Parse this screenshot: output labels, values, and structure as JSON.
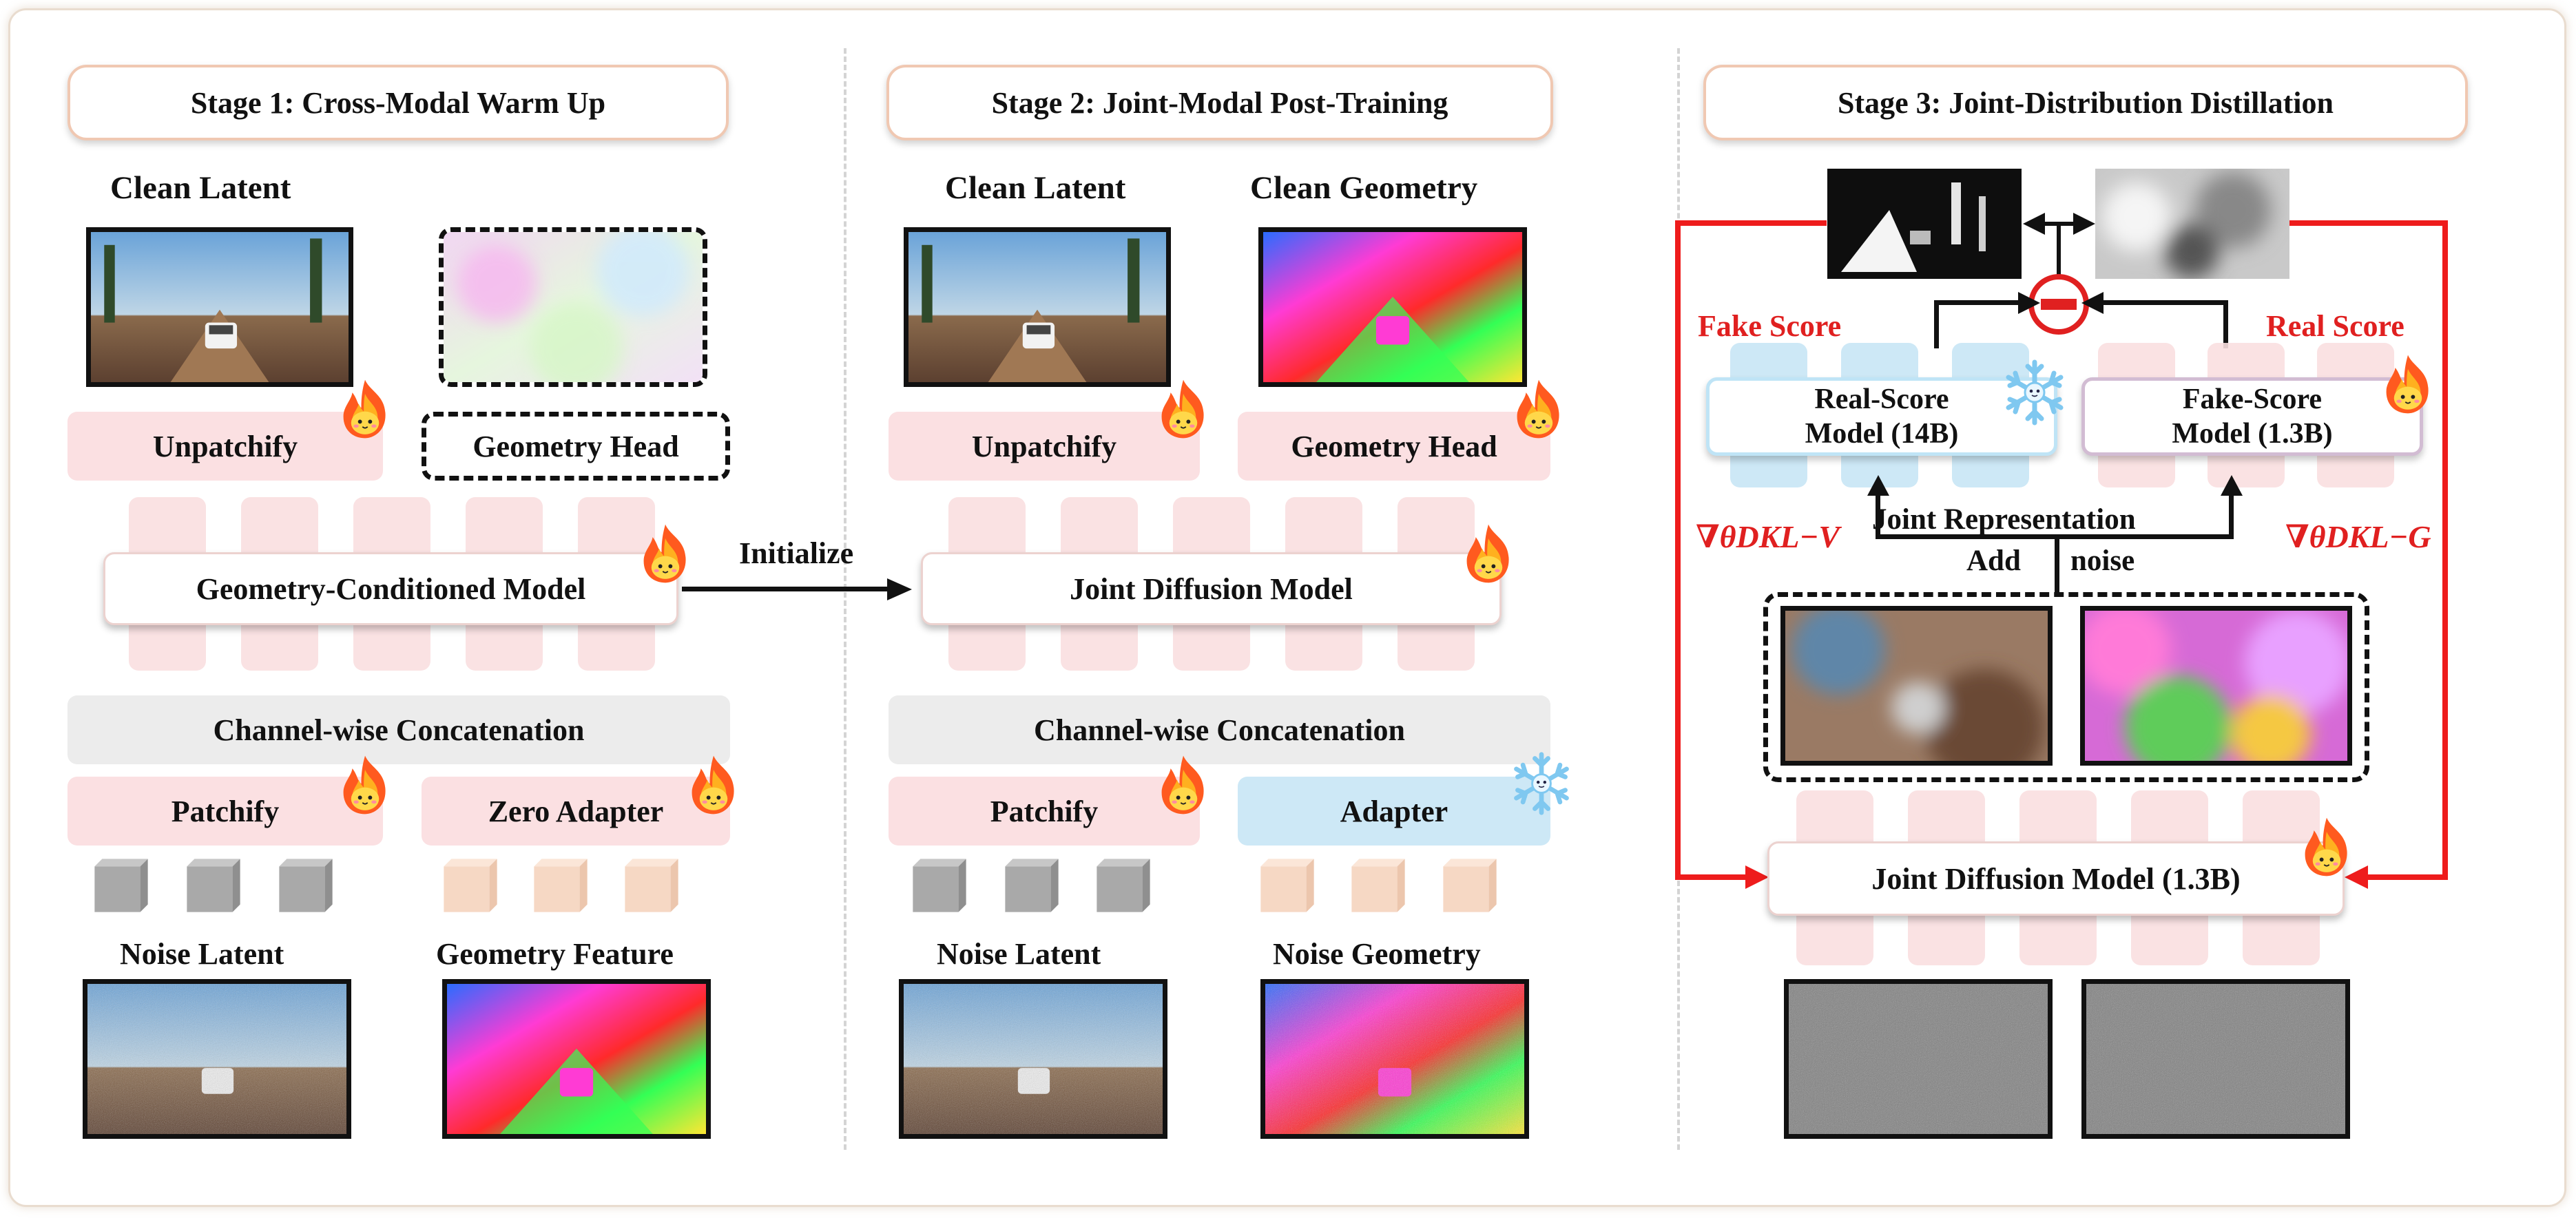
{
  "stage1": {
    "title": "Stage 1: Cross-Modal Warm Up",
    "clean_latent": "Clean Latent",
    "unpatchify": "Unpatchify",
    "geometry_head": "Geometry Head",
    "model": "Geometry-Conditioned Model",
    "concat": "Channel-wise Concatenation",
    "patchify": "Patchify",
    "zero_adapter": "Zero Adapter",
    "noise_latent": "Noise Latent",
    "geometry_feature": "Geometry Feature"
  },
  "initialize": "Initialize",
  "stage2": {
    "title": "Stage 2: Joint-Modal Post-Training",
    "clean_latent": "Clean Latent",
    "clean_geometry": "Clean Geometry",
    "unpatchify": "Unpatchify",
    "geometry_head": "Geometry Head",
    "model": "Joint Diffusion Model",
    "concat": "Channel-wise Concatenation",
    "patchify": "Patchify",
    "adapter": "Adapter",
    "noise_latent": "Noise Latent",
    "noise_geometry": "Noise Geometry"
  },
  "stage3": {
    "title": "Stage 3: Joint-Distribution Distillation",
    "fake_score": "Fake Score",
    "real_score": "Real Score",
    "real_score_model_line1": "Real-Score",
    "real_score_model_line2": "Model (14B)",
    "fake_score_model_line1": "Fake-Score",
    "fake_score_model_line2": "Model (1.3B)",
    "grad_kl_v": "∇θDKL−V",
    "grad_kl_g": "∇θDKL−G",
    "joint_representation": "Joint Representation",
    "add": "Add",
    "noise": "noise",
    "model": "Joint Diffusion Model (1.3B)"
  },
  "colors": {
    "pink": "#fbe0e2",
    "blue": "#cde8f6",
    "gray": "#ececec",
    "red_arrow": "#ee1c1c",
    "title_border": "#f0c8b2"
  },
  "icons": [
    "fire-icon",
    "snowflake-icon",
    "minus-circle-icon",
    "cube-icon"
  ]
}
